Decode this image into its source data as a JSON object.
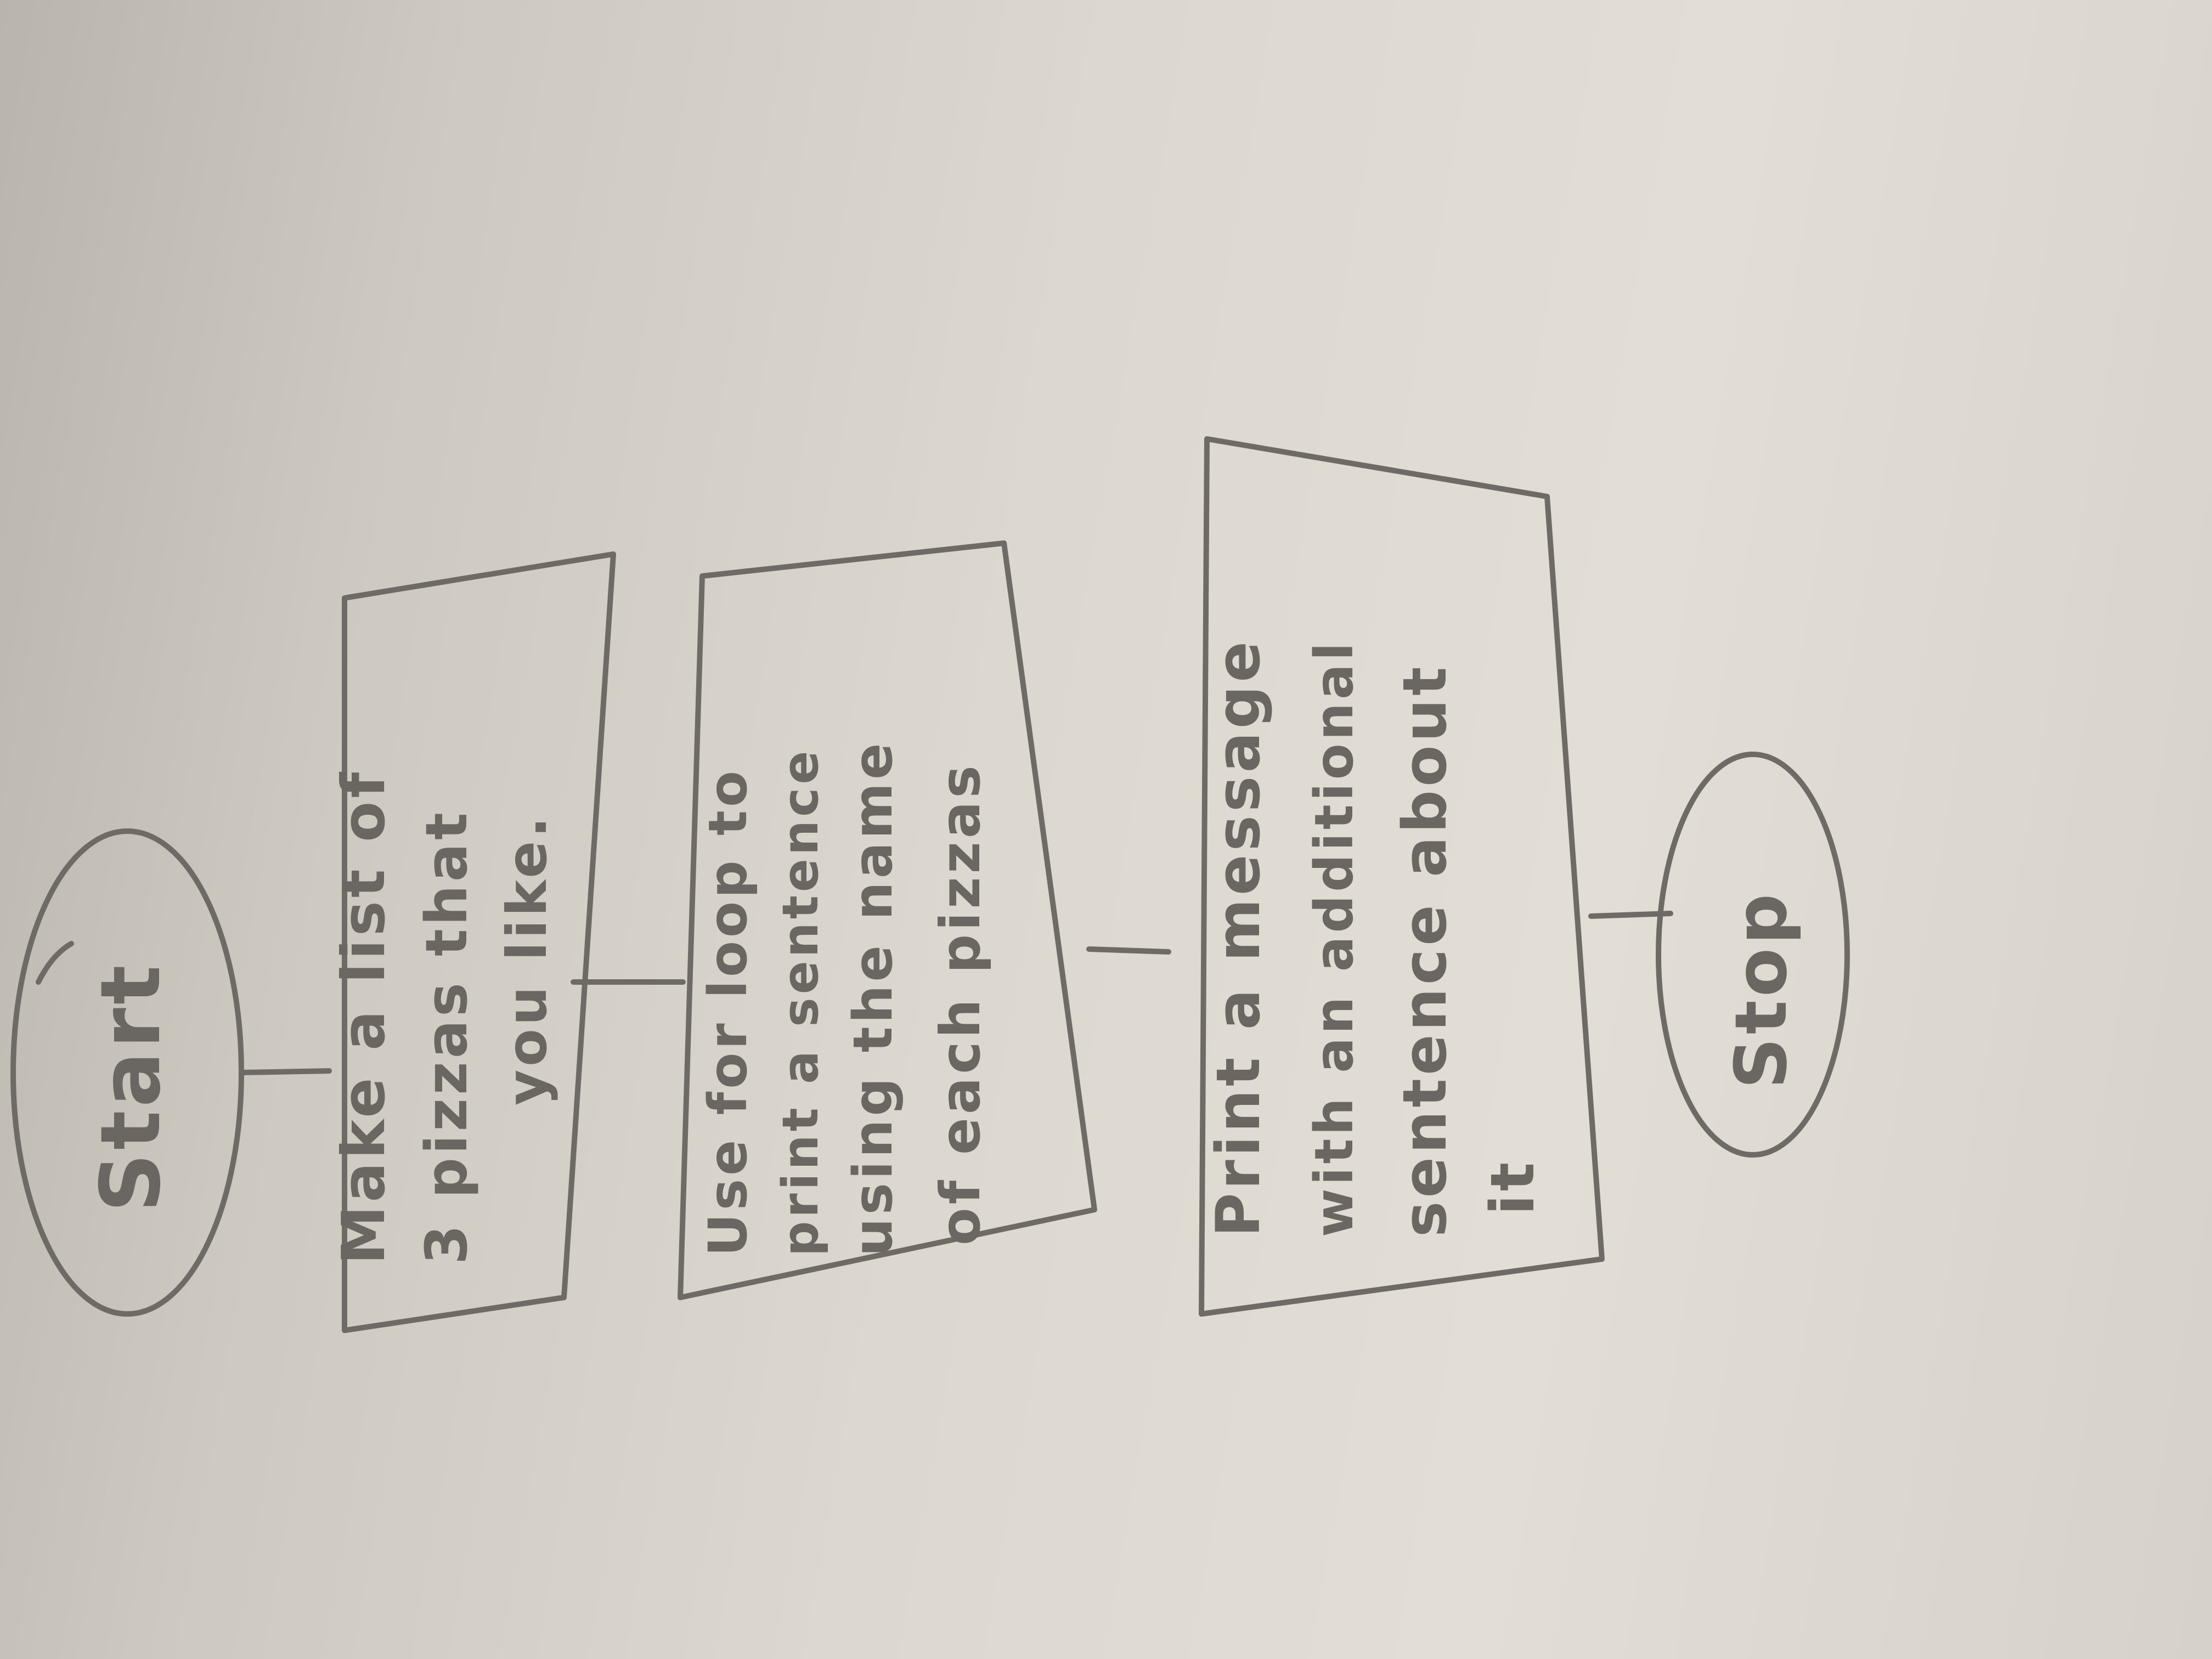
{
  "flowchart": {
    "start": {
      "label": "Start"
    },
    "steps": [
      {
        "lines": [
          "Make a list of",
          "3 pizzas that",
          "you like."
        ]
      },
      {
        "lines": [
          "Use for loop to",
          "print a sentence",
          "using the name",
          "of each pizzas"
        ]
      },
      {
        "lines": [
          "Print a message",
          "with an additional",
          "sentence about",
          "it"
        ]
      }
    ],
    "end": {
      "label": "Stop"
    }
  },
  "colors": {
    "paper": "#dcd8d0",
    "pencil": "#6e6b66"
  }
}
